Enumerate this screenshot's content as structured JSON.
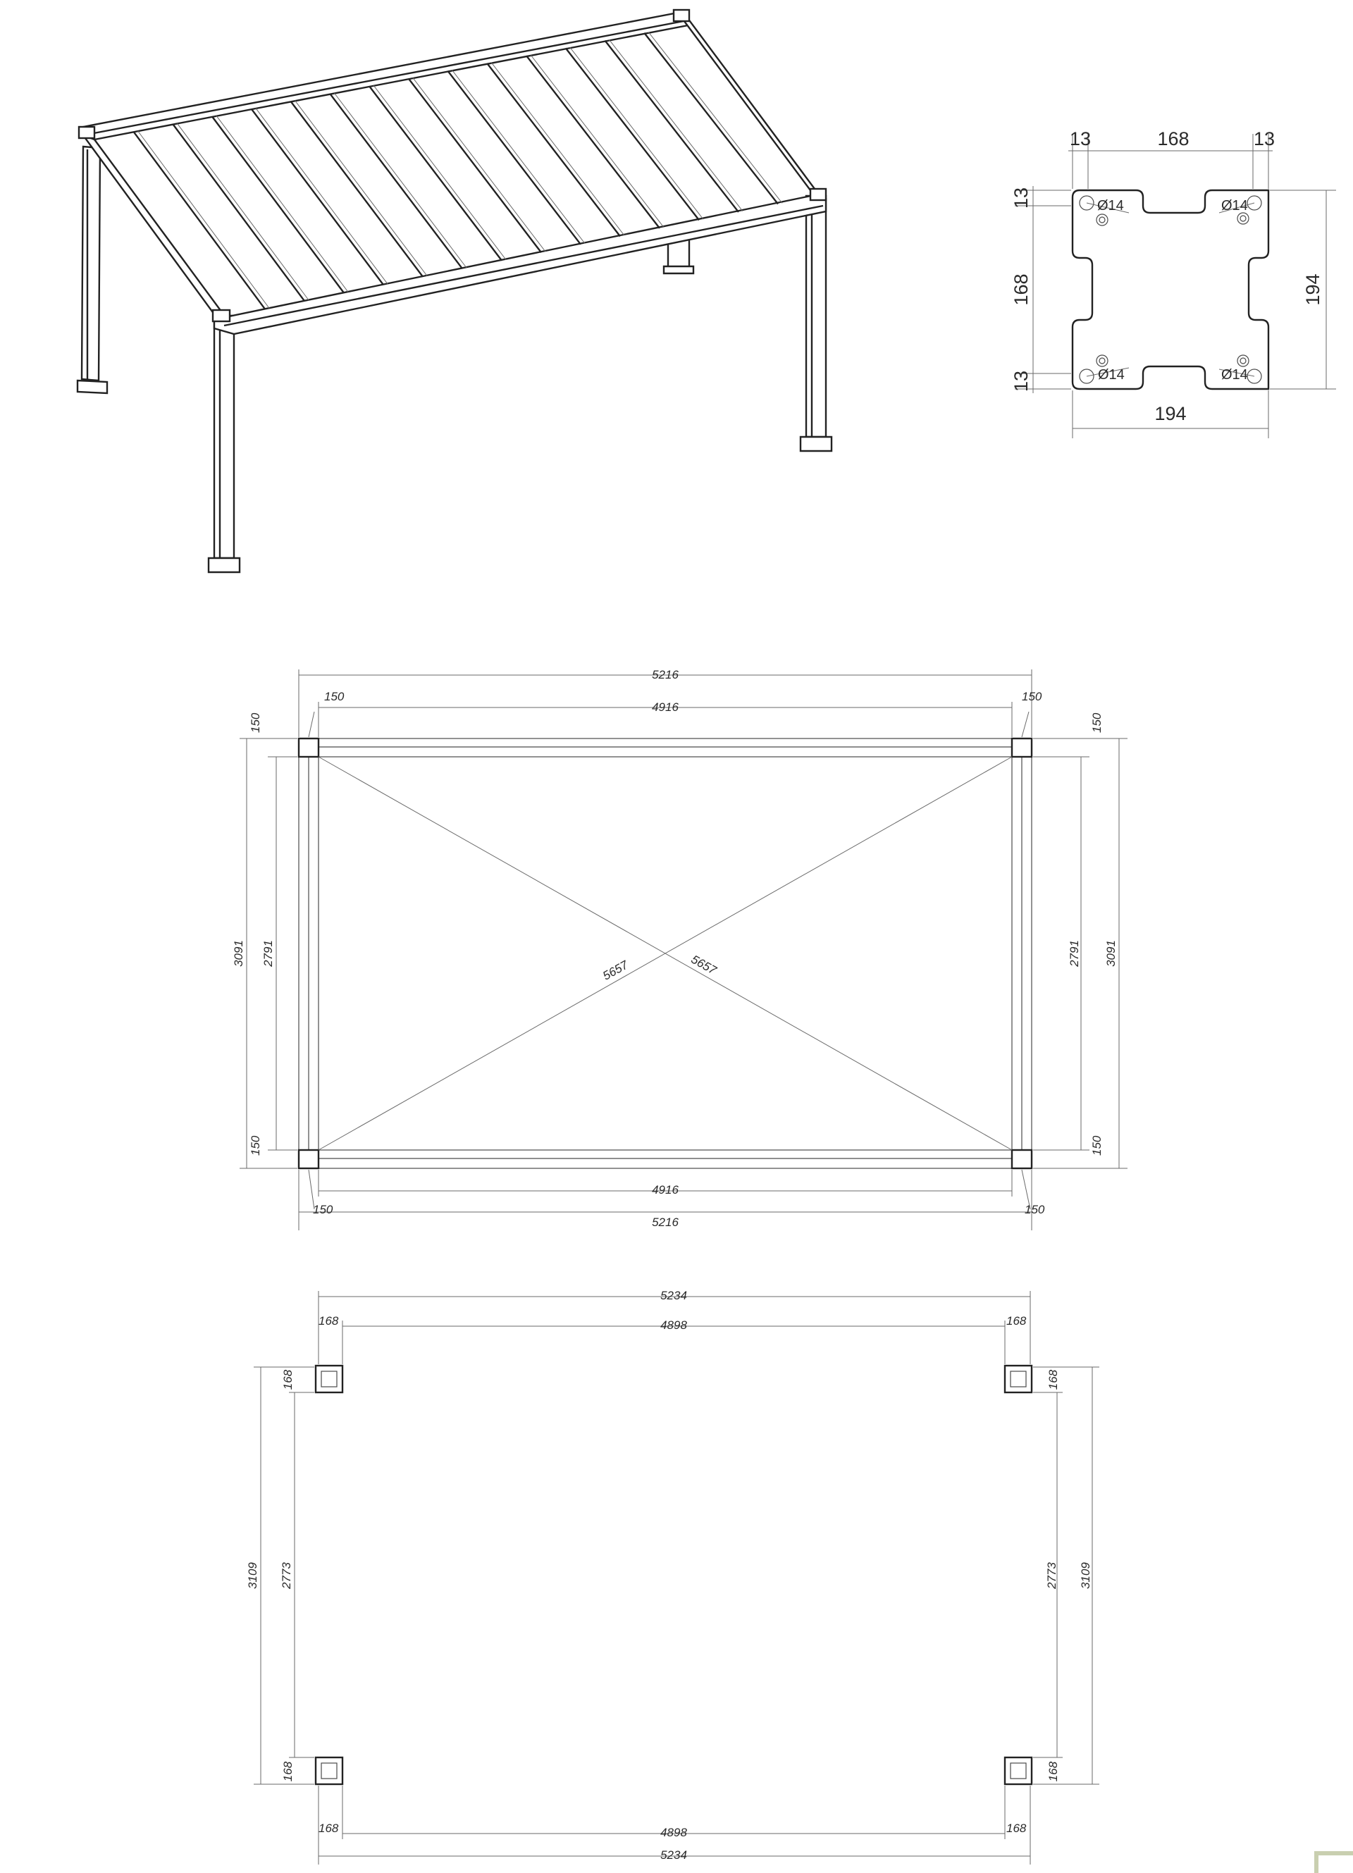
{
  "isometric": {},
  "base_plate": {
    "labels": {
      "top_left": "13",
      "top_mid": "168",
      "top_right": "13",
      "left_top": "13",
      "left_mid": "168",
      "left_bottom": "13",
      "right_height": "194",
      "bottom_width": "194",
      "hole_tl": "Ø14",
      "hole_tr": "Ø14",
      "hole_bl": "Ø14",
      "hole_br": "Ø14"
    }
  },
  "top_view": {
    "labels": {
      "overall_width_top": "5216",
      "inner_width_top": "4916",
      "overall_width_bottom": "5216",
      "inner_width_bottom": "4916",
      "corner_tl_h": "150",
      "corner_tr_h": "150",
      "corner_bl_h": "150",
      "corner_br_h": "150",
      "corner_tl_v": "150",
      "corner_tr_v": "150",
      "corner_bl_v": "150",
      "corner_br_v": "150",
      "overall_height_left": "3091",
      "inner_height_left": "2791",
      "overall_height_right": "3091",
      "inner_height_right": "2791",
      "diagonal_1": "5657",
      "diagonal_2": "5657"
    }
  },
  "post_layout": {
    "labels": {
      "overall_width_top": "5234",
      "inner_width_top": "4898",
      "overall_width_bottom": "5234",
      "inner_width_bottom": "4898",
      "post_tl_h": "168",
      "post_tr_h": "168",
      "post_bl_h": "168",
      "post_br_h": "168",
      "post_tl_v": "168",
      "post_tr_v": "168",
      "post_bl_v": "168",
      "post_br_v": "168",
      "overall_height_left": "3109",
      "inner_height_left": "2773",
      "overall_height_right": "3109",
      "inner_height_right": "2773"
    }
  }
}
